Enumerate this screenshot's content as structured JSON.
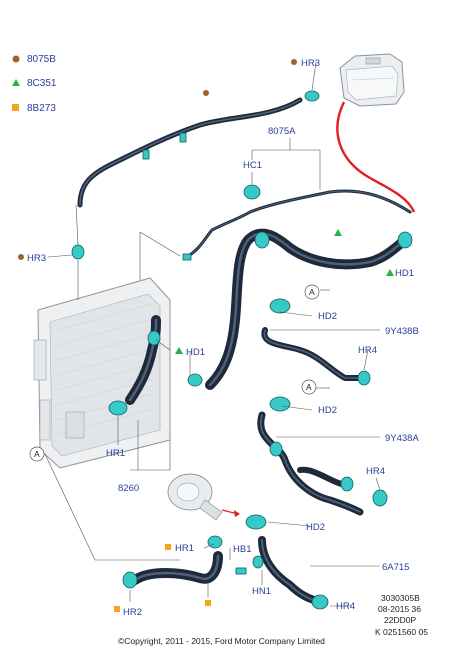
{
  "legend": [
    {
      "symbol": "circle",
      "color": "#a0622b",
      "label": "8075B"
    },
    {
      "symbol": "triangle",
      "color": "#22b24c",
      "label": "8C351"
    },
    {
      "symbol": "square",
      "color": "#f3a51b",
      "label": "8B273"
    }
  ],
  "callouts": {
    "hr3_top": "HR3",
    "part_8075a": "8075A",
    "hc1": "HC1",
    "hd1_upper": "HD1",
    "hr3_left": "HR3",
    "hd2_a": "HD2",
    "part_9y438b": "9Y438B",
    "hr4_a": "HR4",
    "hd1_mid": "HD1",
    "hd2_b": "HD2",
    "part_9y438a": "9Y438A",
    "hr1": "HR1",
    "hr4_b": "HR4",
    "part_8260": "8260",
    "hd2_c": "HD2",
    "hr1_lower": "HR1",
    "hb1": "HB1",
    "part_6a715": "6A715",
    "hn1": "HN1",
    "hr2": "HR2",
    "hr4_c": "HR4",
    "view_a_1": "A",
    "view_a_2": "A",
    "view_a_3": "A"
  },
  "reference": {
    "line1": "3030305B",
    "line2": "08-2015 36",
    "line3": "22DD0P",
    "line4": "K 0251560 05"
  },
  "copyright": "©Copyright, 2011 - 2015, Ford Motor Company Limited",
  "colors": {
    "callout_blue": "#2a3f9a",
    "clamp_cyan": "#36c9c6",
    "hose_dark": "#1e2a3a",
    "highlight_red": "#e02020"
  }
}
